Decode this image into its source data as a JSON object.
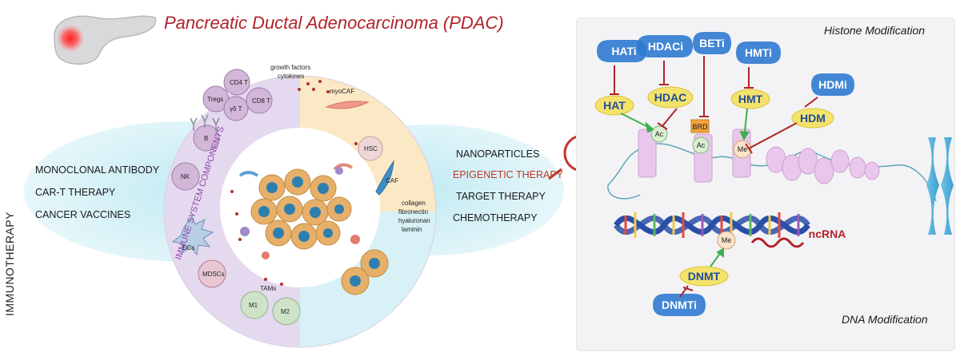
{
  "header": {
    "title": "Pancreatic Ductal Adenocarcinoma (PDAC)"
  },
  "left": {
    "vertical_label": "IMMUNOTHERAPY",
    "therapies": [
      "MONOCLONAL ANTIBODY",
      "CAR-T THERAPY",
      "CANCER VACCINES"
    ]
  },
  "ring": {
    "immune_label": "IMMUNE SYSTEM COMPONENTS",
    "cells": [
      "CD4 T",
      "Tregs",
      "γδ T",
      "CD8 T",
      "B",
      "NK",
      "DCs",
      "MDSCs",
      "TAMs",
      "M1",
      "M2"
    ],
    "stroma": {
      "growth": "growth factors",
      "cytokines": "cytokines",
      "myocaf": "myoCAF",
      "hsc": "HSC",
      "caf": "CAF",
      "ecm": [
        "collagen",
        "fibronectin",
        "hyaluronan",
        "laminin"
      ]
    }
  },
  "right_therapies": [
    "NANOPARTICLES",
    "EPIGENETIC THERAPY",
    "TARGET  THERAPY",
    "CHEMOTHERAPY"
  ],
  "colors": {
    "accent": "#b0232a",
    "therapy_highlight": "#c0392b",
    "immune_bg": "#e4d9ee",
    "stroma_bg": "#fbe8c4",
    "cyan_bg": "#d7f1f6"
  },
  "epigenetic": {
    "histone_title": "Histone Modification",
    "dna_title": "DNA Modification",
    "inhibitors": [
      "HATi",
      "HDACi",
      "BETi",
      "HMTi",
      "HDMi"
    ],
    "enzymes": [
      "HAT",
      "HDAC",
      "HMT",
      "HDM"
    ],
    "marks": {
      "ac": "Ac",
      "ac2": "Ac",
      "me": "Me",
      "me_dna": "Me",
      "brd": "BRD"
    },
    "dnmt": "DNMT",
    "dnmti": "DNMTi",
    "ncrna": "ncRNA"
  }
}
